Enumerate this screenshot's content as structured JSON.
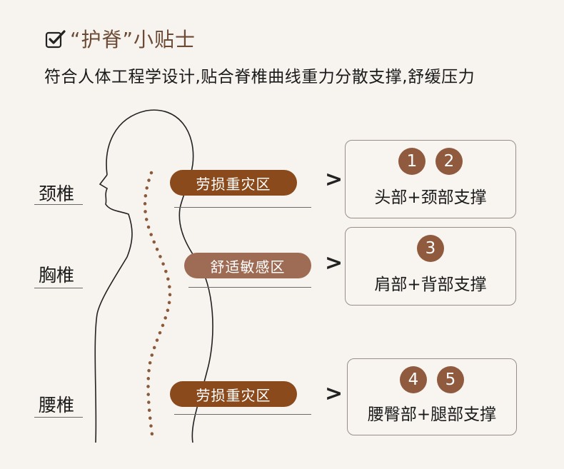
{
  "header": {
    "title": "“护脊”小贴士",
    "subtitle": "符合人体工程学设计,贴合脊椎曲线重力分散支撑,舒缓压力"
  },
  "icons": {
    "check": "checkbox-check-icon"
  },
  "colors": {
    "brown_dark": "#8a4a1c",
    "brown_light": "#9e6c54",
    "badge": "#8f5a3e",
    "title": "#6b4a36",
    "background": "#f7f3ee"
  },
  "spine_labels": [
    "颈椎",
    "胸椎",
    "腰椎"
  ],
  "zones": [
    {
      "label": "劳损重灾区",
      "tone": "dark"
    },
    {
      "label": "舒适敏感区",
      "tone": "light"
    },
    {
      "label": "劳损重灾区",
      "tone": "dark"
    }
  ],
  "arrow": ">",
  "cards": [
    {
      "badges": [
        "1",
        "2"
      ],
      "text": "头部+颈部支撑"
    },
    {
      "badges": [
        "3"
      ],
      "text": "肩部+背部支撑"
    },
    {
      "badges": [
        "4",
        "5"
      ],
      "text": "腰臀部+腿部支撑"
    }
  ]
}
